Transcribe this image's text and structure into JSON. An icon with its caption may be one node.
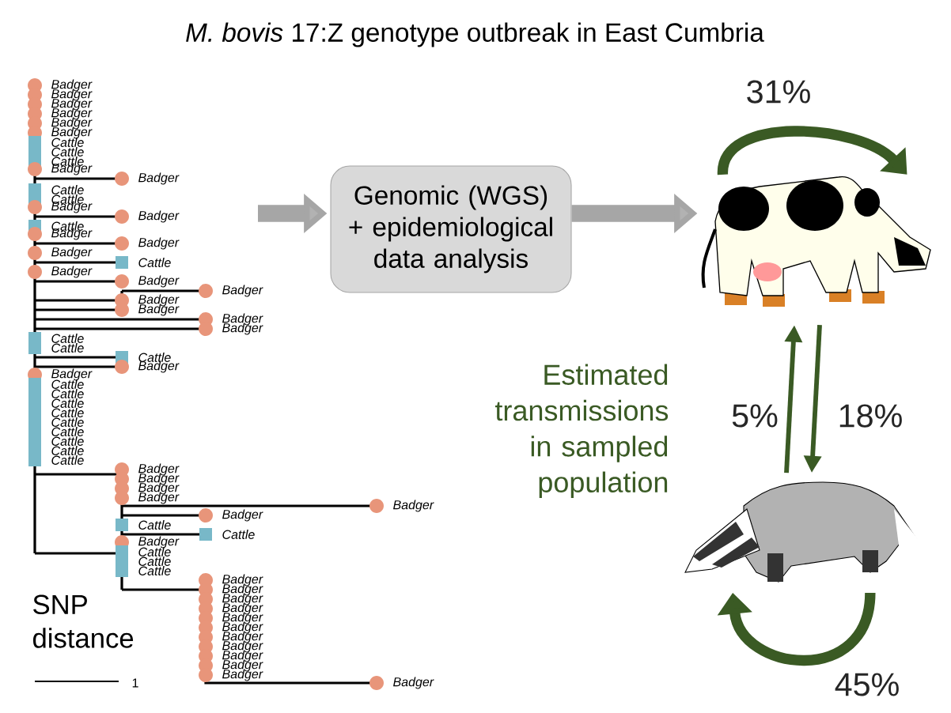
{
  "diagram": {
    "title": "*M. bovis* 17:Z genotype outbreak in East Cumbria",
    "nodes": [
      {
        "text": [
          "Genomic (WGS) + epidemiological data analysis"
        ]
      },
      {
        "text": [],
        "shape": "picture"
      },
      {
        "text": [],
        "shape": "picture"
      }
    ],
    "edges": [
      {
        "from": null,
        "to": 0,
        "arrow": "to",
        "color": "#a6a6a6"
      },
      {
        "from": 0,
        "to": 1,
        "arrow": "to",
        "color": "#a6a6a6"
      },
      {
        "from": 1,
        "to": 1,
        "arrow": "to",
        "label": "31%"
      },
      {
        "from": 2,
        "to": 1,
        "arrow": "to",
        "label": "5%"
      },
      {
        "from": 1,
        "to": 2,
        "arrow": "to",
        "label": "18%"
      },
      {
        "from": 2,
        "to": 2,
        "arrow": "to",
        "label": "45%"
      }
    ],
    "labels": [
      "Badger",
      "Badger",
      "Badger",
      "Badger",
      "Badger",
      "Badger",
      "Cattle",
      "Cattle",
      "Cattle",
      "Badger",
      "Badger",
      "Cattle",
      "Cattle",
      "Badger",
      "Badger",
      "Cattle",
      "Badger",
      "Badger",
      "Badger",
      "Cattle",
      "Badger",
      "Badger",
      "Badger",
      "Badger",
      "Badger",
      "Badger",
      "Badger",
      "Cattle",
      "Cattle",
      "Cattle",
      "Badger",
      "Badger",
      "Cattle",
      "Cattle",
      "Cattle",
      "Cattle",
      "Cattle",
      "Cattle",
      "Cattle",
      "Cattle",
      "Cattle",
      "Badger",
      "Badger",
      "Badger",
      "Badger",
      "Badger",
      "Badger",
      "Cattle",
      "Cattle",
      "Badger",
      "Cattle",
      "Cattle",
      "Cattle",
      "Badger",
      "Badger",
      "Badger",
      "Badger",
      "Badger",
      "Badger",
      "Badger",
      "Badger",
      "Badger",
      "Badger",
      "Badger",
      "Badger",
      "SNP distance",
      "1",
      "Estimated transmissions in sampled population"
    ]
  }
}
